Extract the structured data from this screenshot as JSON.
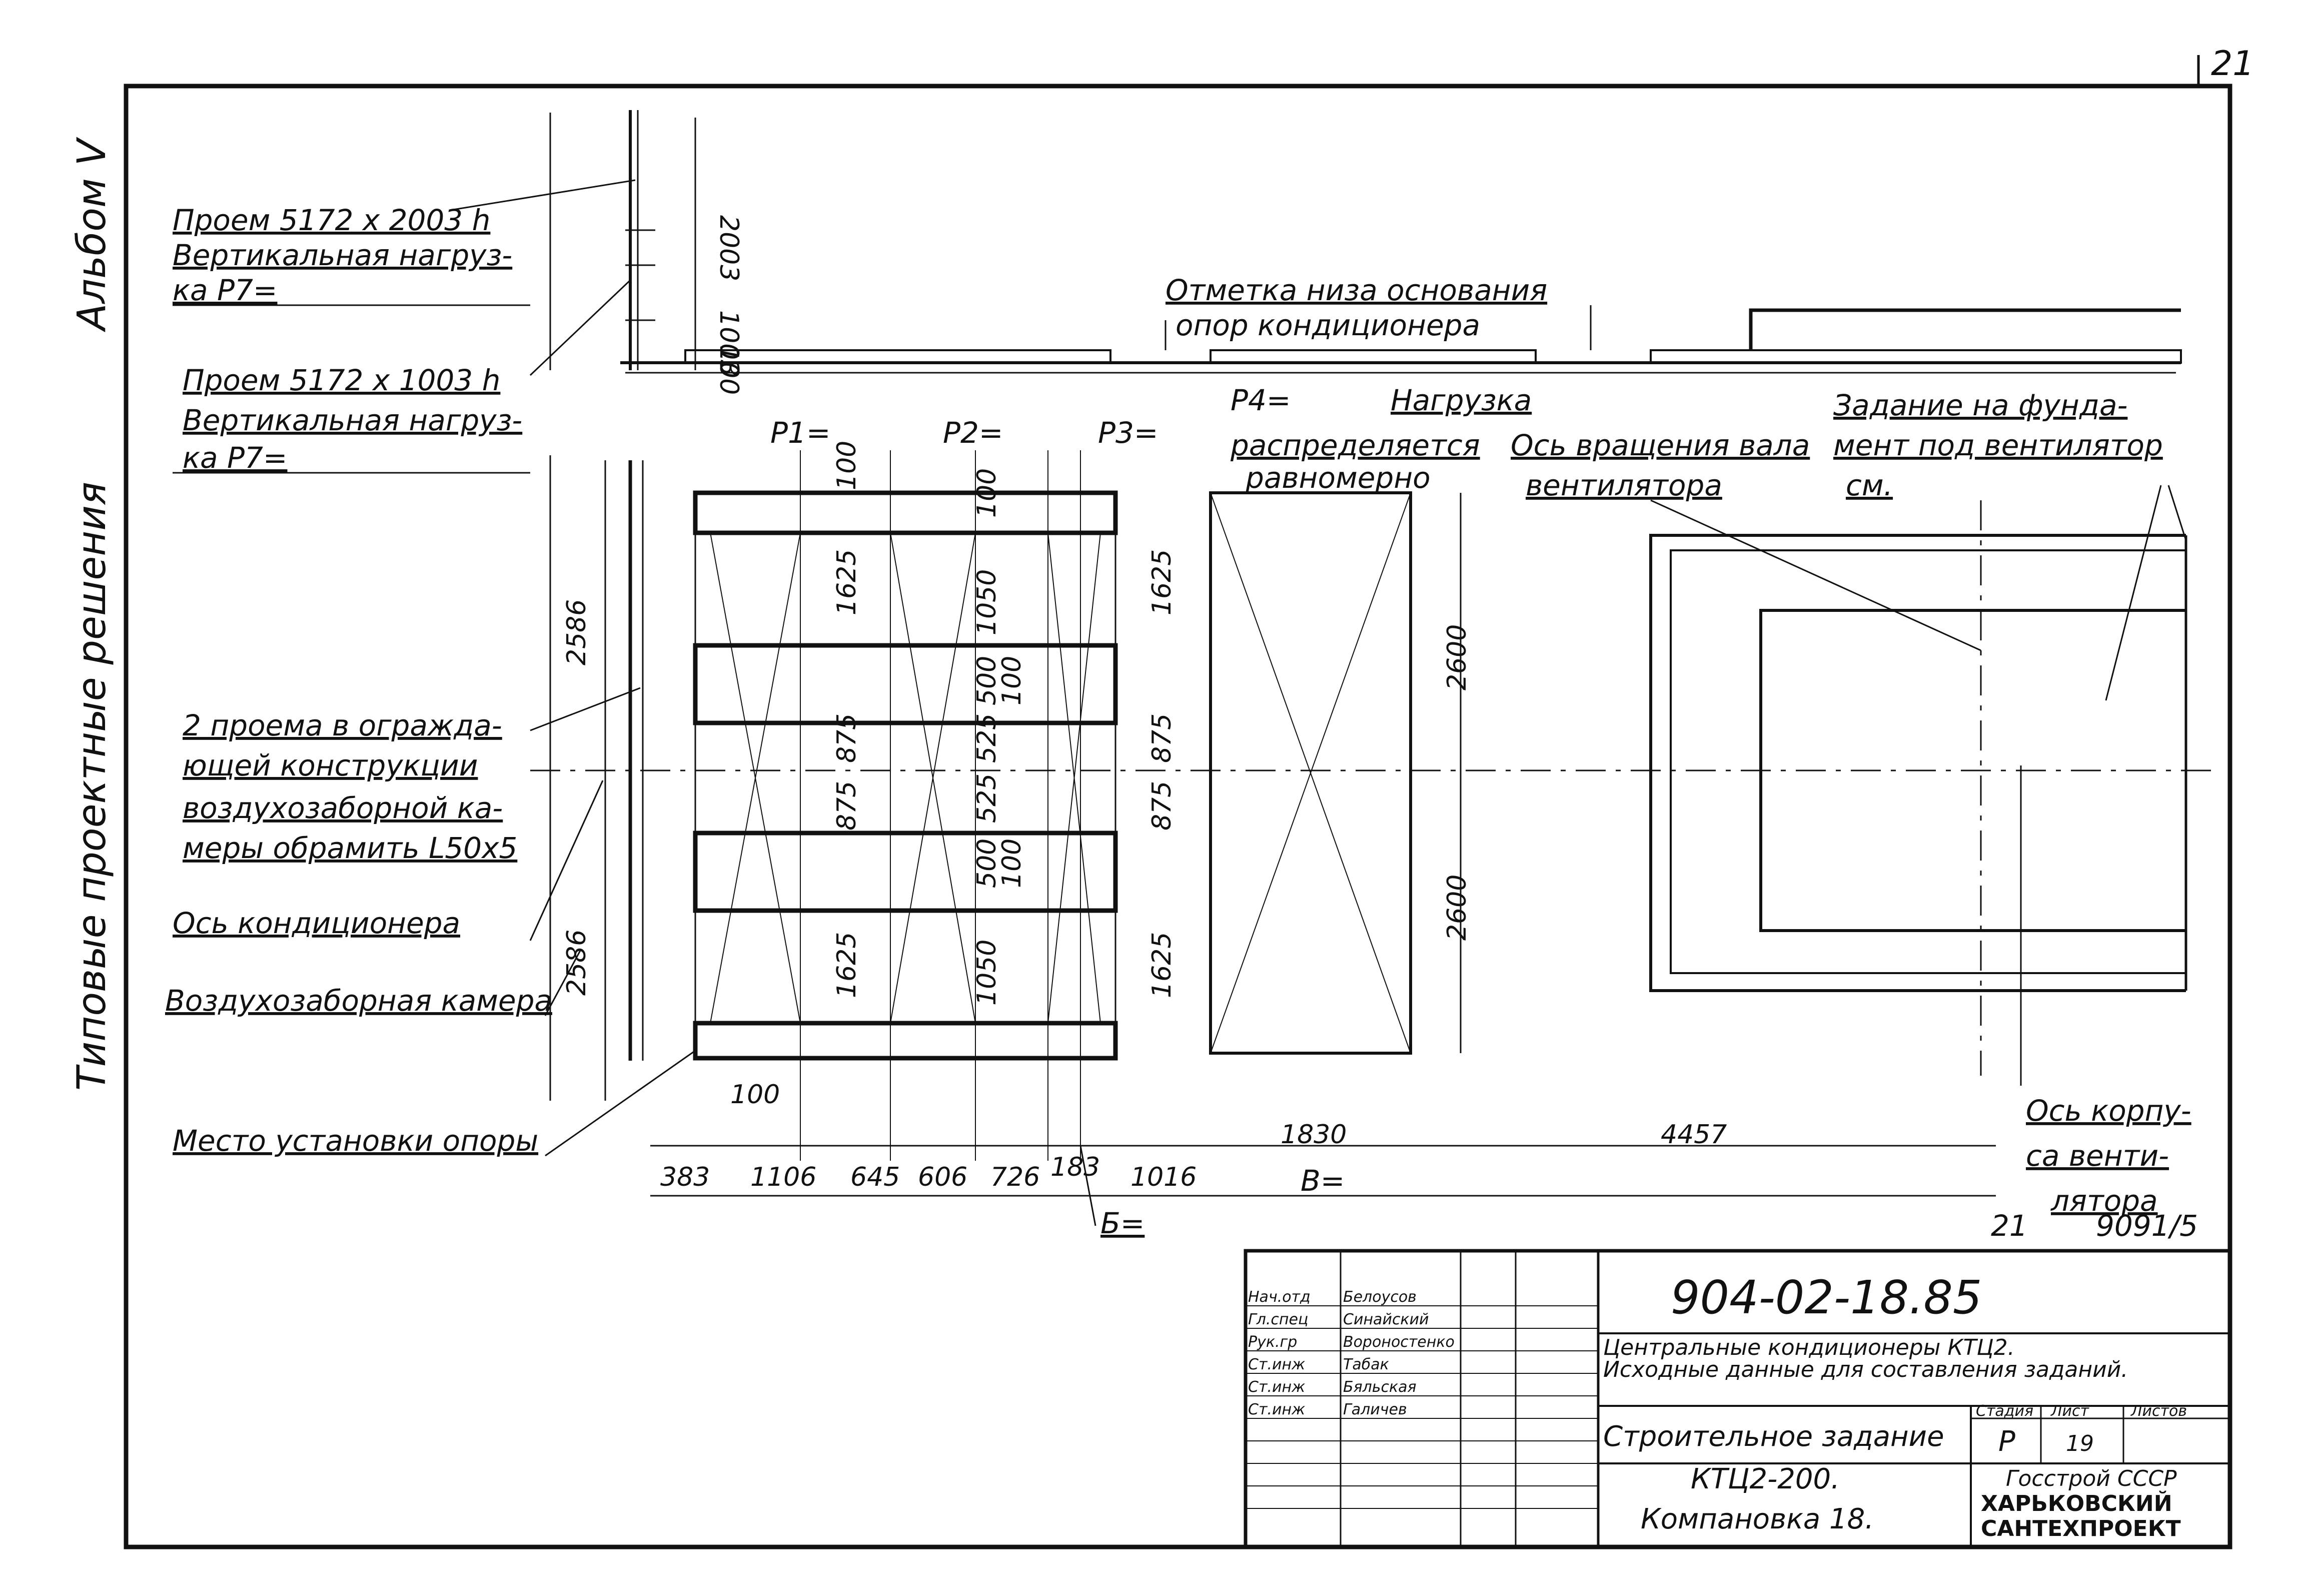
{
  "page": {
    "sheet_no": "21",
    "side_album": "Альбом V",
    "side_series": "Типовые проектные решения",
    "sheet_code": "9091/5",
    "sheet_ref": "21"
  },
  "notes": {
    "opening1": "Проем 5172 x 2003 h",
    "load1_a": "Вертикальная нагруз-",
    "load1_b": "ка P7=",
    "opening2": "Проем 5172 x 1003 h",
    "load2_a": "Вертикальная нагруз-",
    "load2_b": "ка P7=",
    "base_mark_a": "Отметка низа основания",
    "base_mark_b": "опор кондиционера",
    "p1": "P1=",
    "p2": "P2=",
    "p3": "P3=",
    "p4": "P4=",
    "load_dist_a": "Нагрузка",
    "load_dist_b": "распределяется",
    "load_dist_c": "равномерно",
    "fan_axis_a": "Ось вращения вала",
    "fan_axis_b": "вентилятора",
    "task_a": "Задание на фунда-",
    "task_b": "мент под вентилятор",
    "task_c": "см.",
    "frame_a": "2 проема в огражда-",
    "frame_b": "ющей конструкции",
    "frame_c": "воздухозаборной ка-",
    "frame_d": "меры обрамить L50x5",
    "ac_axis": "Ось кондиционера",
    "intake": "Воздухозаборная камера",
    "support": "Место установки опоры",
    "case_axis_a": "Ось корпу-",
    "case_axis_b": "са венти-",
    "case_axis_c": "лятора",
    "b_label": "В=",
    "b2_label": "Б="
  },
  "dims": {
    "d2003": "2003",
    "d1003": "1003",
    "d100": "100",
    "d2586": "2586",
    "d2586b": "2586",
    "d1625": "1625",
    "d1625b": "1625",
    "d1625c": "1625",
    "d1625d": "1625",
    "d1050": "1050",
    "d1050b": "1050",
    "d500": "500",
    "d500b": "500",
    "d875": "875",
    "d875b": "875",
    "d875c": "875",
    "d875d": "875",
    "d525": "525",
    "d525b": "525",
    "d100a": "100",
    "d100b": "100",
    "d100c": "100",
    "d100d": "100",
    "d100e": "100",
    "d2600": "2600",
    "d2600b": "2600",
    "h383": "383",
    "h1106": "1106",
    "h645": "645",
    "h606": "606",
    "h726": "726",
    "h183": "183",
    "h1016": "1016",
    "h1830": "1830",
    "h4457": "4457"
  },
  "title_block": {
    "doc_no": "904-02-18.85",
    "desc1": "Центральные кондиционеры КТЦ2.",
    "desc2": "Исходные данные для составления заданий.",
    "section": "Строительное задание",
    "model1": "КТЦ2-200.",
    "model2": "Компановка 18.",
    "col_stage": "Стадия",
    "col_sheet": "Лист",
    "col_sheets": "Листов",
    "stage": "Р",
    "sheet": "19",
    "org1": "Госстрой СССР",
    "org2": "ХАРЬКОВСКИЙ",
    "org3": "САНТЕХПРОЕКТ",
    "roles": [
      {
        "role": "Нач.отд",
        "name": "Белоусов"
      },
      {
        "role": "Гл.спец",
        "name": "Синайский"
      },
      {
        "role": "Рук.гр",
        "name": "Вороностенко"
      },
      {
        "role": "Ст.инж",
        "name": "Табак"
      },
      {
        "role": "Ст.инж",
        "name": "Бяльская"
      },
      {
        "role": "Ст.инж",
        "name": "Галичев"
      }
    ]
  }
}
